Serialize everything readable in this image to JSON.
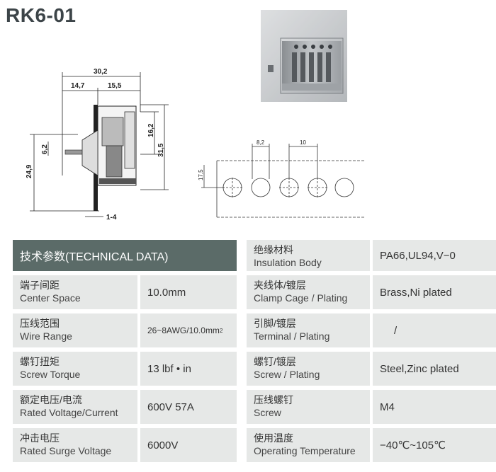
{
  "title": "RK6-01",
  "drawing": {
    "dim_30_2": "30,2",
    "dim_14_7": "14,7",
    "dim_15_5": "15,5",
    "dim_16_2": "16,2",
    "dim_31_5": "31,5",
    "dim_6_2": "6,2",
    "dim_24_9": "24,9",
    "dim_1_4": "1-4",
    "dim_8_2": "8,2",
    "dim_10": "10",
    "dim_17_5": "17,5"
  },
  "specs": {
    "header_left": "技术参数(TECHNICAL DATA)",
    "rows_left": [
      {
        "zh": "端子间距",
        "en": "Center Space",
        "value": "10.0mm"
      },
      {
        "zh": "压线范围",
        "en": "Wire Range",
        "value": "26~8AWG/10.0mm",
        "value_sup": "2"
      },
      {
        "zh": "螺钉扭矩",
        "en": "Screw Torque",
        "value": "13 lbf • in"
      },
      {
        "zh": "额定电压/电流",
        "en": "Rated Voltage/Current",
        "value": "600V 57A"
      },
      {
        "zh": "冲击电压",
        "en": "Rated Surge Voltage",
        "value": "6000V"
      }
    ],
    "rows_right": [
      {
        "zh": "绝缘材料",
        "en": "Insulation Body",
        "value": "PA66,UL94,V−0"
      },
      {
        "zh": "夹线体/镀层",
        "en": "Clamp Cage / Plating",
        "value": "Brass,Ni plated"
      },
      {
        "zh": "引脚/镀层",
        "en": "Terminal / Plating",
        "value": "/"
      },
      {
        "zh": "螺钉/镀层",
        "en": "Screw / Plating",
        "value": "Steel,Zinc plated"
      },
      {
        "zh": "压线螺钉",
        "en": "Screw",
        "value": "M4"
      },
      {
        "zh": "使用温度",
        "en": "Operating Temperature",
        "value": "−40℃~105℃"
      }
    ]
  }
}
